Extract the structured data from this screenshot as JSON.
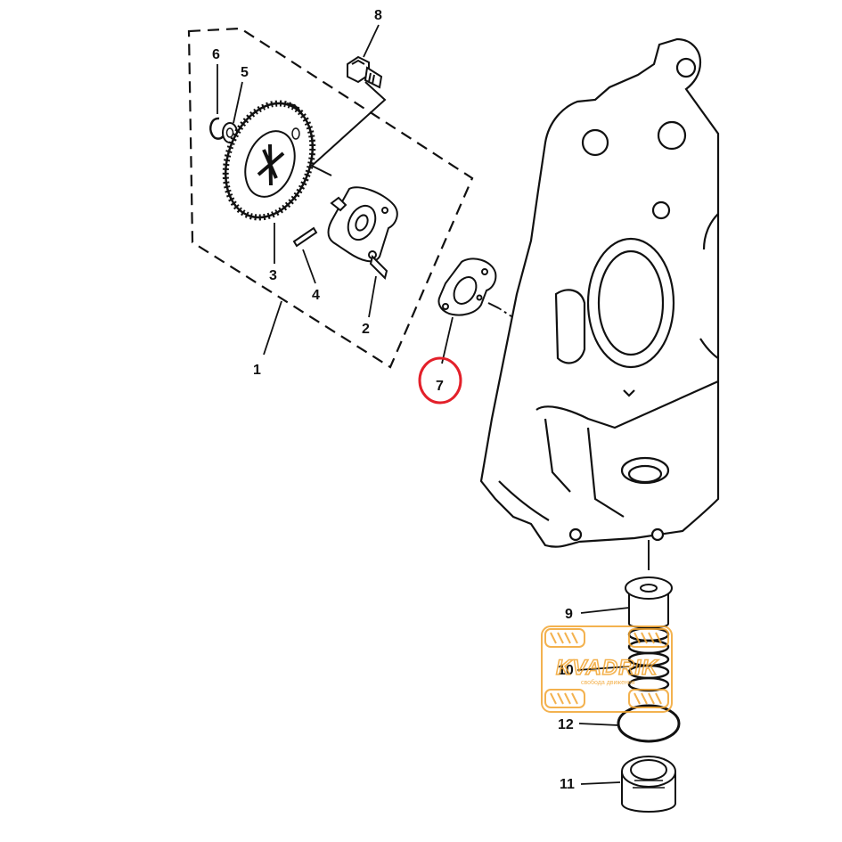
{
  "callouts": {
    "c1": "1",
    "c2": "2",
    "c3": "3",
    "c4": "4",
    "c5": "5",
    "c6": "6",
    "c7": "7",
    "c8": "8",
    "c9": "9",
    "c10": "10",
    "c11": "11",
    "c12": "12"
  },
  "highlighted_callout": "7",
  "highlight_color": "#e3202a",
  "watermark": {
    "title": "KVADRIK",
    "subtitle": "свобода движения",
    "color": "#f2a531"
  }
}
